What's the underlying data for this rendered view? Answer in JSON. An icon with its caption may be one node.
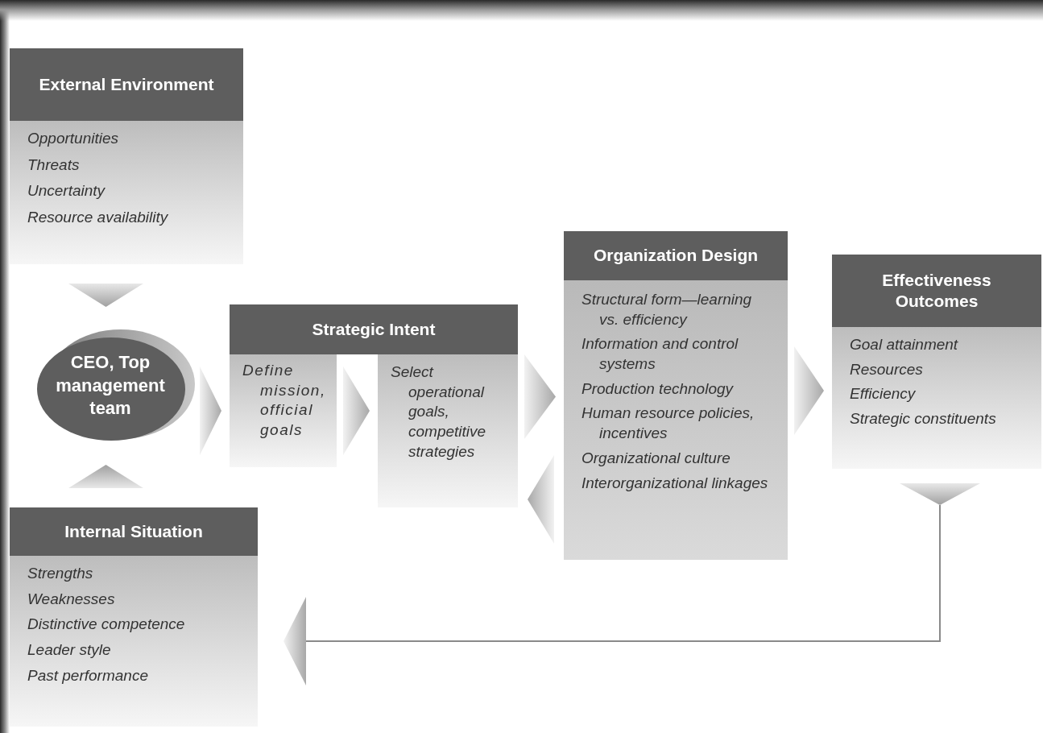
{
  "diagram": {
    "nodes": [
      {
        "text": [
          "External Environment",
          "Opportunities",
          "Threats",
          "Uncertainty",
          "Resource availability"
        ]
      },
      {
        "text": [
          "CEO, Top management team"
        ]
      },
      {
        "text": [
          "Strategic Intent"
        ]
      },
      {
        "text": [
          "Define mission, official goals"
        ]
      },
      {
        "text": [
          "Select operational goals, competitive strategies"
        ]
      },
      {
        "text": [
          "Organization Design",
          "Structural form—learning vs. efficiency",
          "Information and control systems",
          "Production technology",
          "Human resource policies, incentives",
          "Organizational culture",
          "Interorganizational linkages"
        ]
      },
      {
        "text": [
          "Effectiveness Outcomes",
          "Goal attainment",
          "Resources",
          "Efficiency",
          "Strategic constituents"
        ]
      },
      {
        "text": [
          "Internal Situation",
          "Strengths",
          "Weaknesses",
          "Distinctive competence",
          "Leader style",
          "Past performance"
        ]
      }
    ],
    "edges": [
      {
        "from": 0,
        "to": 1,
        "arrow": "to"
      },
      {
        "from": 7,
        "to": 1,
        "arrow": "to"
      },
      {
        "from": 1,
        "to": 3,
        "arrow": "to"
      },
      {
        "from": 3,
        "to": 4,
        "arrow": "to"
      },
      {
        "from": 4,
        "to": 5,
        "arrow": "to"
      },
      {
        "from": 5,
        "to": 4,
        "arrow": "to"
      },
      {
        "from": 5,
        "to": 6,
        "arrow": "to"
      },
      {
        "from": 6,
        "to": 7,
        "arrow": "to"
      }
    ]
  }
}
